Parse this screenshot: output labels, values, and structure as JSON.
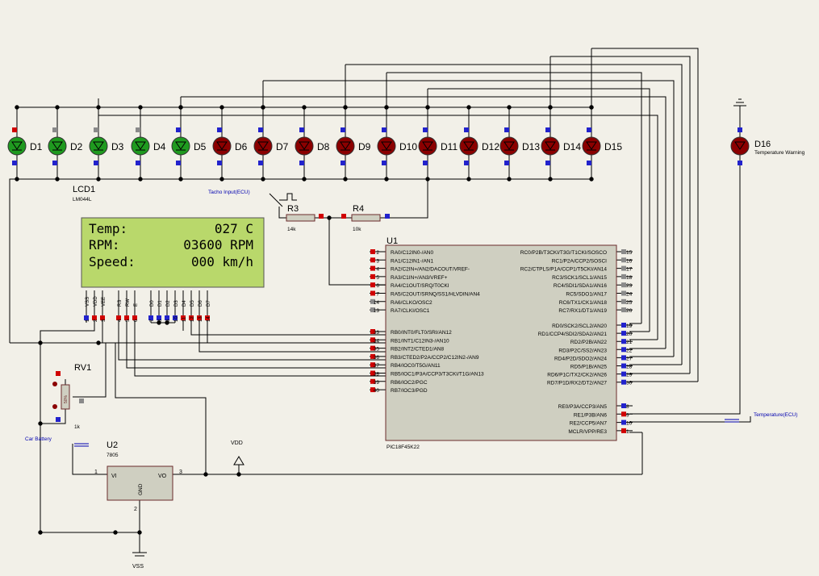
{
  "theme": {
    "background": "#f2f0e8",
    "wire": "#000000",
    "body_fill": "#cfcfc1",
    "led_on": "#1f9a1f",
    "led_off": "#8b0000",
    "pin_red": "#d00000",
    "pin_blue": "#2222cc",
    "pin_gray": "#8a8a8a",
    "lcd_bg": "#b9d86b",
    "label_blue": "#0000b0"
  },
  "leds": [
    {
      "label": "D1",
      "state": "on"
    },
    {
      "label": "D2",
      "state": "on"
    },
    {
      "label": "D3",
      "state": "on"
    },
    {
      "label": "D4",
      "state": "on"
    },
    {
      "label": "D5",
      "state": "on"
    },
    {
      "label": "D6",
      "state": "off"
    },
    {
      "label": "D7",
      "state": "off"
    },
    {
      "label": "D8",
      "state": "off"
    },
    {
      "label": "D9",
      "state": "off"
    },
    {
      "label": "D10",
      "state": "off"
    },
    {
      "label": "D11",
      "state": "off"
    },
    {
      "label": "D12",
      "state": "off"
    },
    {
      "label": "D13",
      "state": "off"
    },
    {
      "label": "D14",
      "state": "off"
    },
    {
      "label": "D15",
      "state": "off"
    }
  ],
  "d16": {
    "label": "D16",
    "caption": "Temperature Warning"
  },
  "lcd": {
    "ref": "LCD1",
    "model": "LM044L",
    "lines": [
      {
        "left": "Temp:",
        "right": "027 C"
      },
      {
        "left": "RPM:",
        "right": "03600 RPM"
      },
      {
        "left": "Speed:",
        "right": "000 km/h"
      }
    ],
    "pins": [
      {
        "num": "1",
        "name": "VSS"
      },
      {
        "num": "2",
        "name": "VDD"
      },
      {
        "num": "3",
        "name": "VEE"
      },
      {
        "num": "4",
        "name": "RS"
      },
      {
        "num": "5",
        "name": "RW"
      },
      {
        "num": "6",
        "name": "E"
      },
      {
        "num": "7",
        "name": "D0"
      },
      {
        "num": "8",
        "name": "D1"
      },
      {
        "num": "9",
        "name": "D2"
      },
      {
        "num": "10",
        "name": "D3"
      },
      {
        "num": "11",
        "name": "D4"
      },
      {
        "num": "12",
        "name": "D5"
      },
      {
        "num": "13",
        "name": "D6"
      },
      {
        "num": "14",
        "name": "D7"
      }
    ]
  },
  "tacho": {
    "label": "Tacho Input(ECU)"
  },
  "resistors": [
    {
      "ref": "R3",
      "value": "14k"
    },
    {
      "ref": "R4",
      "value": "10k"
    }
  ],
  "mcu": {
    "ref": "U1",
    "part": "PIC18F45K22",
    "left_pins": [
      {
        "num": "2",
        "name": "RA0/C12IN0-/AN0"
      },
      {
        "num": "3",
        "name": "RA1/C12IN1-/AN1"
      },
      {
        "num": "4",
        "name": "RA2/C2IN+/AN2/DACOUT/VREF-"
      },
      {
        "num": "5",
        "name": "RA3/C1IN+/AN3/VREF+"
      },
      {
        "num": "6",
        "name": "RA4/C1OUT/SRQ/T0CKI"
      },
      {
        "num": "7",
        "name": "RA5/C2OUT/SRNQ/SS1/HLVDIN/AN4"
      },
      {
        "num": "14",
        "name": "RA6/CLKO/OSC2"
      },
      {
        "num": "13",
        "name": "RA7/CLKI/OSC1"
      },
      {
        "num": "33",
        "name": "RB0/INT0/FLT0/SRI/AN12"
      },
      {
        "num": "34",
        "name": "RB1/INT1/C12IN3-/AN10"
      },
      {
        "num": "35",
        "name": "RB2/INT2/CTED1/AN8"
      },
      {
        "num": "36",
        "name": "RB3/CTED2/P2A/CCP2/C12IN2-/AN9"
      },
      {
        "num": "37",
        "name": "RB4/IOC0/T5G/AN11"
      },
      {
        "num": "38",
        "name": "RB5/IOC1/P3A/CCP3/T3CKI/T1G/AN13"
      },
      {
        "num": "39",
        "name": "RB6/IOC2/PGC"
      },
      {
        "num": "40",
        "name": "RB7/IOC3/PGD"
      }
    ],
    "right_pins": [
      {
        "num": "15",
        "name": "RC0/P2B/T3CKI/T3G/T1CKI/SOSCO"
      },
      {
        "num": "16",
        "name": "RC1/P2A/CCP2/SOSCI"
      },
      {
        "num": "17",
        "name": "RC2/CTPLS/P1A/CCP1/T5CKI/AN14"
      },
      {
        "num": "18",
        "name": "RC3/SCK1/SCL1/AN15"
      },
      {
        "num": "23",
        "name": "RC4/SDI1/SDA1/AN16"
      },
      {
        "num": "24",
        "name": "RC5/SDO1/AN17"
      },
      {
        "num": "25",
        "name": "RC6/TX1/CK1/AN18"
      },
      {
        "num": "26",
        "name": "RC7/RX1/DT1/AN19"
      },
      {
        "num": "19",
        "name": "RD0/SCK2/SCL2/AN20"
      },
      {
        "num": "20",
        "name": "RD1/CCP4/SDI2/SDA2/AN21"
      },
      {
        "num": "21",
        "name": "RD2/P2B/AN22"
      },
      {
        "num": "22",
        "name": "RD3/P2C/SS2/AN23"
      },
      {
        "num": "27",
        "name": "RD4/P2D/SDO2/AN24"
      },
      {
        "num": "28",
        "name": "RD5/P1B/AN25"
      },
      {
        "num": "29",
        "name": "RD6/P1C/TX2/CK2/AN26"
      },
      {
        "num": "30",
        "name": "RD7/P1D/RX2/DT2/AN27"
      },
      {
        "num": "8",
        "name": "RE0/P3A/CCP3/AN5"
      },
      {
        "num": "9",
        "name": "RE1/P3B/AN6"
      },
      {
        "num": "10",
        "name": "RE2/CCP5/AN7"
      },
      {
        "num": "1",
        "name": "MCLR/VPP/RE3"
      }
    ]
  },
  "rv1": {
    "ref": "RV1",
    "value": "1k",
    "percent": "50%"
  },
  "regulator": {
    "ref": "U2",
    "part": "7805",
    "vi": "VI",
    "vo": "VO",
    "gnd": "GND",
    "pin_in": "1",
    "pin_gnd": "2",
    "pin_out": "3"
  },
  "terminals": {
    "car_battery": "Car Battery",
    "temperature": "Temperature(ECU)",
    "vdd": "VDD",
    "vss": "VSS"
  }
}
